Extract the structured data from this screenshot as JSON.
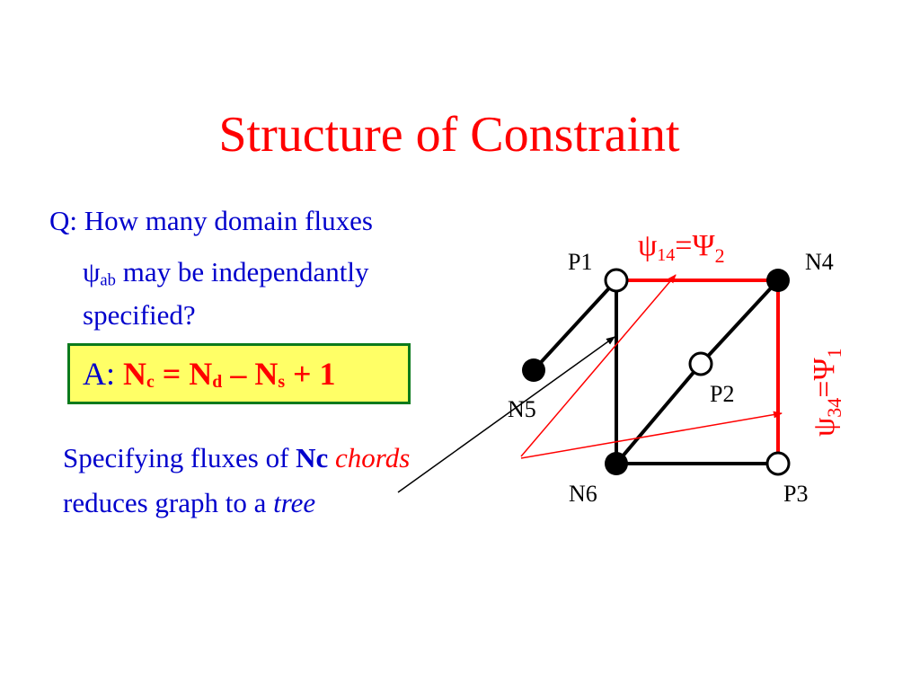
{
  "title": "Structure of Constraint",
  "question": {
    "line1": "Q: How many domain fluxes",
    "psi": "ψ",
    "psi_sub": "ab",
    "line2_rest": " may be independantly",
    "line3": "specified?"
  },
  "answer": {
    "label": "A: ",
    "N1": "N",
    "sub_c": "c",
    "eq": " = ",
    "N2": "N",
    "sub_d": "d",
    "minus": " – ",
    "N3": "N",
    "sub_s": "s",
    "plus_one": " + 1"
  },
  "specifying": {
    "line1_prefix": "Specifying fluxes of ",
    "nc": "Nc",
    "chords": "chords",
    "line2_prefix": "reduces graph to a ",
    "tree": "tree"
  },
  "nodes": {
    "p1": "P1",
    "n4": "N4",
    "n5": "N5",
    "p2": "P2",
    "n6": "N6",
    "p3": "P3"
  },
  "edge_labels": {
    "top": {
      "psi": "ψ",
      "sub": "14",
      "eq": "=",
      "Psi": "Ψ",
      "Psi_sub": "2"
    },
    "right": {
      "psi": "ψ",
      "sub": "34",
      "eq": "=",
      "Psi": "Ψ",
      "Psi_sub": "1"
    }
  },
  "colors": {
    "title": "#ff0000",
    "text_blue": "#0000cc",
    "chord_red": "#ff0000",
    "answer_bg": "#ffff66",
    "answer_border": "#0b7a1c"
  }
}
